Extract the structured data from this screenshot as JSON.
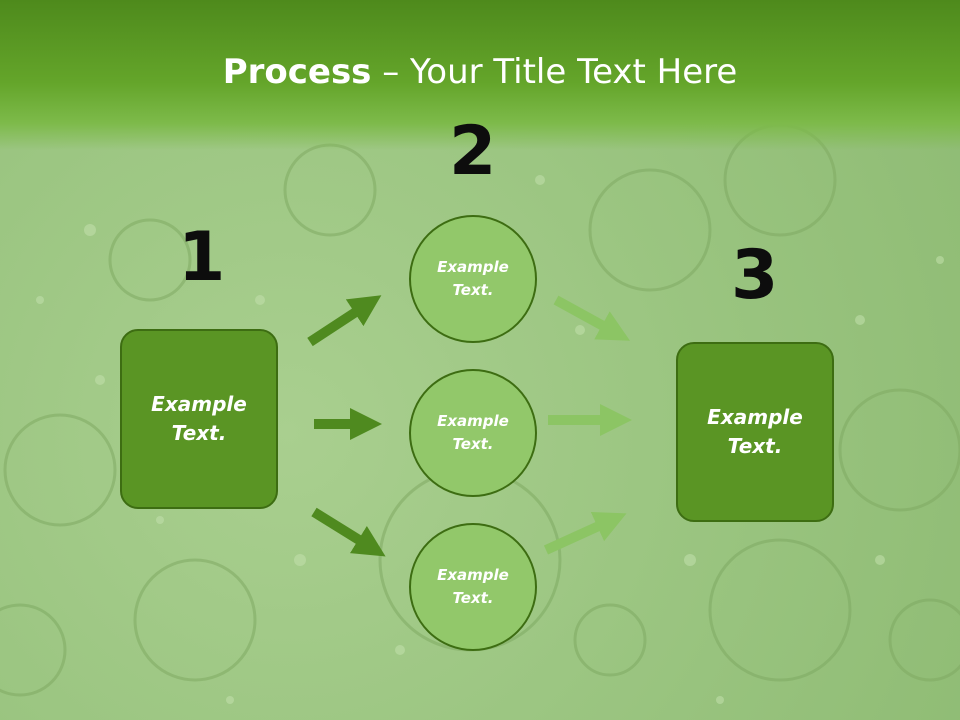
{
  "title": {
    "bold": "Process",
    "rest": " – Your Title Text Here"
  },
  "steps": {
    "one": "1",
    "two": "2",
    "three": "3"
  },
  "left_box": {
    "line1": "Example",
    "line2": "Text."
  },
  "right_box": {
    "line1": "Example",
    "line2": "Text."
  },
  "circles": [
    {
      "line1": "Example",
      "line2": "Text."
    },
    {
      "line1": "Example",
      "line2": "Text."
    },
    {
      "line1": "Example",
      "line2": "Text."
    }
  ],
  "colors": {
    "header": "#64a52a",
    "box_fill": "#5a9524",
    "circle_fill": "#92c86a",
    "dark_arrow": "#4f8a1f",
    "light_arrow": "#8cc564"
  }
}
